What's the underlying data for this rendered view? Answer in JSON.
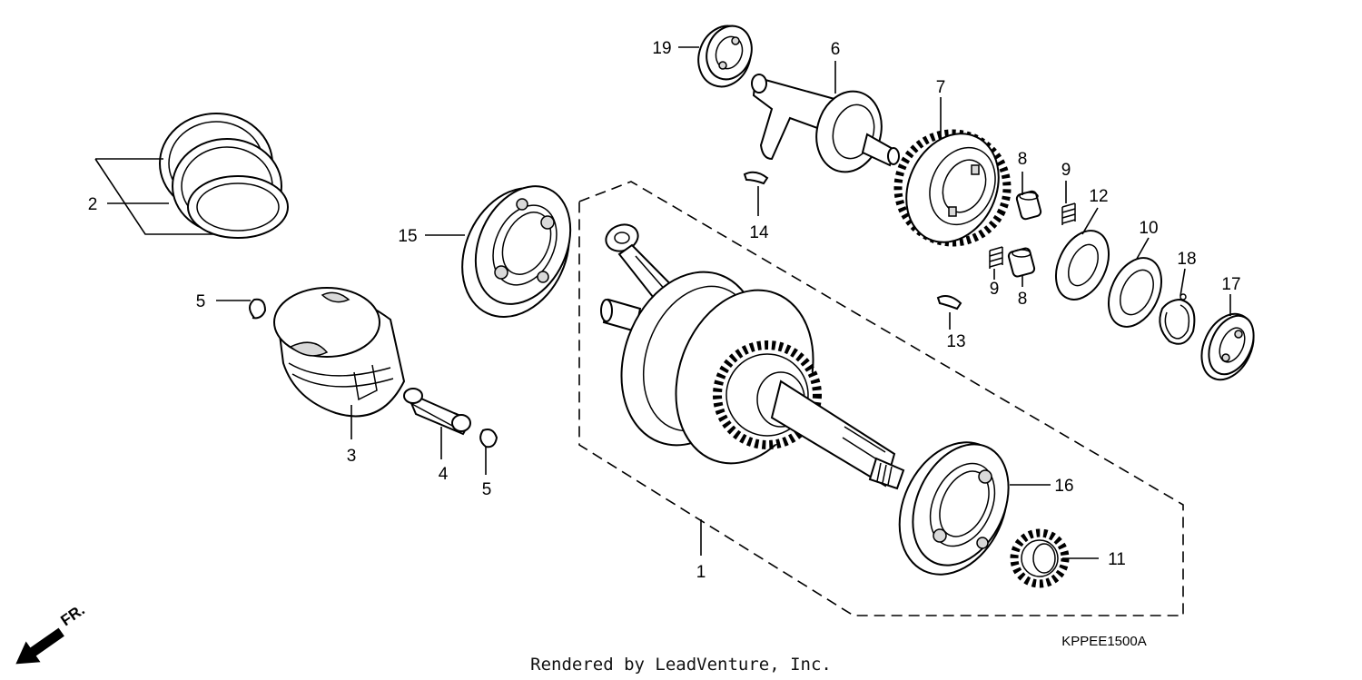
{
  "diagram": {
    "callouts": [
      "1",
      "2",
      "3",
      "4",
      "5",
      "5",
      "6",
      "7",
      "8",
      "8",
      "9",
      "9",
      "10",
      "11",
      "12",
      "13",
      "14",
      "15",
      "16",
      "17",
      "18",
      "19"
    ],
    "drawing_code": "KPPEE1500A",
    "credit": "Rendered by LeadVenture, Inc.",
    "direction_marker": "FR."
  }
}
